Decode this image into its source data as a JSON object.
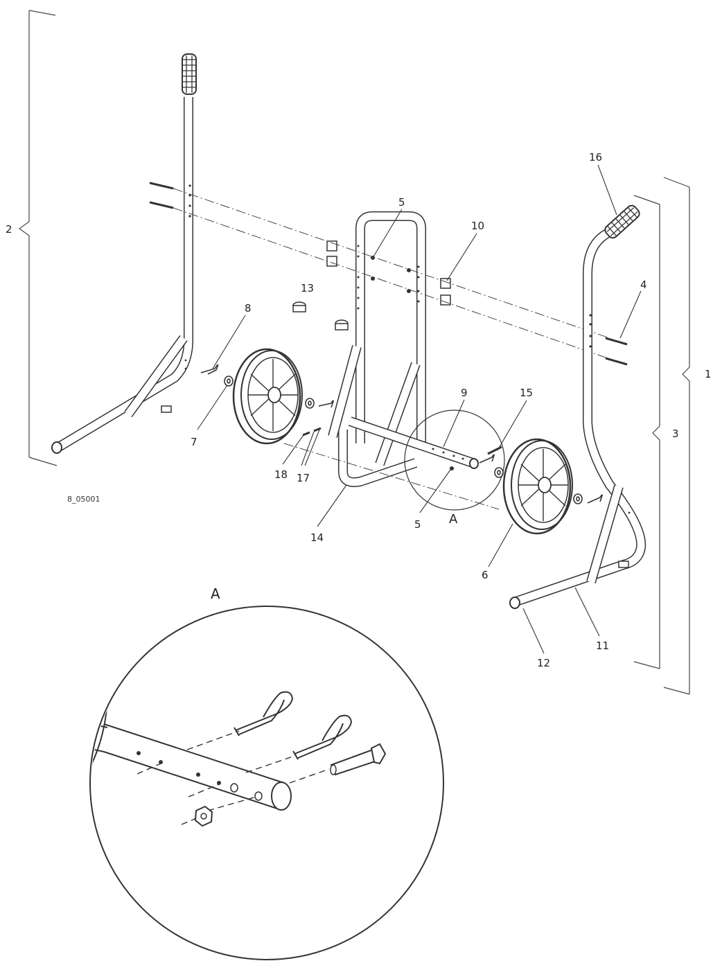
{
  "diagram": {
    "drawing_code": "8_05001",
    "detail_label": "A",
    "detail_title": "A",
    "callouts": {
      "c1": "1",
      "c2": "2",
      "c3": "3",
      "c4": "4",
      "c5a": "5",
      "c5b": "5",
      "c6": "6",
      "c7": "7",
      "c8": "8",
      "c9": "9",
      "c10": "10",
      "c11": "11",
      "c12": "12",
      "c13": "13",
      "c14": "14",
      "c15": "15",
      "c16": "16",
      "c17": "17",
      "c18": "18"
    },
    "colors": {
      "line": "#333333",
      "background": "#ffffff"
    }
  }
}
